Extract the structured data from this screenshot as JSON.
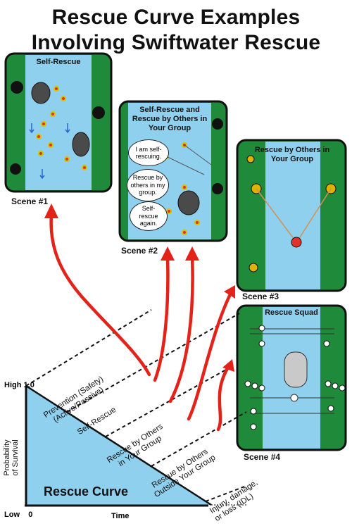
{
  "title": {
    "line1": "Rescue Curve Examples",
    "line2": "Involving Swiftwater Rescue"
  },
  "scenes": [
    {
      "panel_title": "Self-Rescue",
      "label": "Scene #1"
    },
    {
      "panel_title_l1": "Self-Rescue and",
      "panel_title_l2": "Rescue by Others in",
      "panel_title_l3": "Your Group",
      "label": "Scene #2",
      "bubbles": [
        {
          "l1": "I am self-",
          "l2": "rescuing."
        },
        {
          "l1": "Rescue by",
          "l2": "others in my",
          "l3": "group."
        },
        {
          "l1": "Self-",
          "l2": "rescue",
          "l3": "again."
        }
      ]
    },
    {
      "panel_title_l1": "Rescue by Others in",
      "panel_title_l2": "Your Group",
      "label": "Scene #3"
    },
    {
      "panel_title": "Rescue Squad",
      "label": "Scene #4"
    }
  ],
  "curve": {
    "y_high": "High",
    "y_high_val": "1.0",
    "y_low": "Low",
    "x_zero": "0",
    "xlabel": "Time",
    "ylabel_l1": "Probability",
    "ylabel_l2": "of Survival",
    "area_label": "Rescue Curve",
    "stages": [
      {
        "l1": "Prevention (Safety)",
        "l2": "(Active/Passive)"
      },
      {
        "l1": "Self-Rescue"
      },
      {
        "l1": "Rescue by Others",
        "l2": "in Your Group"
      },
      {
        "l1": "Rescue by Others",
        "l2": "Outside Your  Group"
      },
      {
        "l1": "Injury, damage,",
        "l2": "or loss (IDL)"
      }
    ]
  },
  "colors": {
    "water": "#8fd0ee",
    "bank": "#1f8a3a",
    "curve_fill": "#8fd0ee",
    "arrow": "#e32219"
  }
}
